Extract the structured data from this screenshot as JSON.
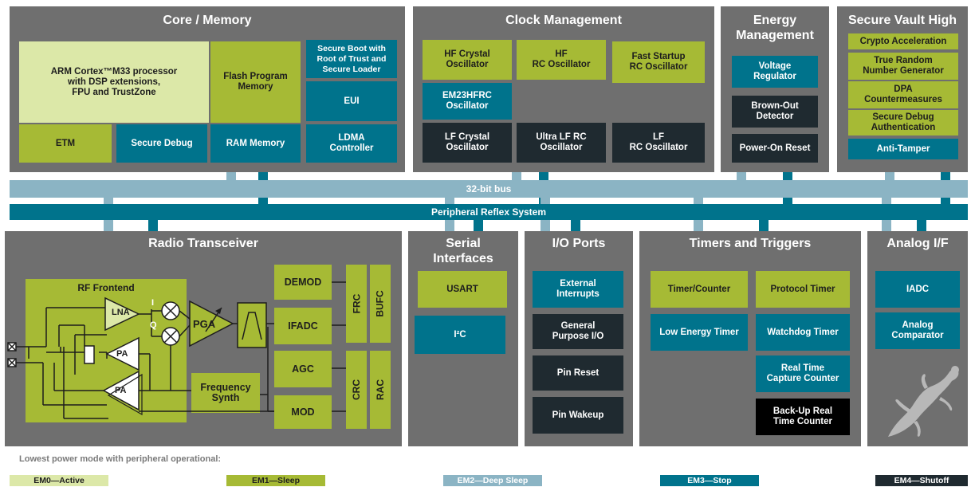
{
  "core": {
    "title": "Core / Memory",
    "arm": "ARM Cortex™M33 processor\nwith DSP extensions,\nFPU and TrustZone",
    "flash": "Flash Program\nMemory",
    "secure_boot": "Secure Boot with\nRoot of Trust and\nSecure Loader",
    "eui": "EUI",
    "etm": "ETM",
    "secure_debug": "Secure Debug",
    "ram": "RAM Memory",
    "ldma": "LDMA\nController"
  },
  "clock": {
    "title": "Clock Management",
    "hf_crystal": "HF Crystal\nOscillator",
    "hf_rc": "HF\nRC Oscillator",
    "fast_startup": "Fast Startup\nRC Oscillator",
    "em23": "EM23HFRC\nOscillator",
    "lf_crystal": "LF Crystal\nOscillator",
    "ultra_lf": "Ultra LF RC\nOscillator",
    "lf_rc": "LF\nRC Oscillator"
  },
  "energy": {
    "title": "Energy\nManagement",
    "voltage": "Voltage\nRegulator",
    "brownout": "Brown-Out\nDetector",
    "por": "Power-On Reset"
  },
  "vault": {
    "title": "Secure Vault High",
    "crypto": "Crypto Acceleration",
    "trng": "True Random\nNumber Generator",
    "dpa": "DPA\nCountermeasures",
    "sec_debug_auth": "Secure Debug\nAuthentication",
    "anti_tamper": "Anti-Tamper"
  },
  "bus": {
    "bus32": "32-bit bus",
    "prs": "Peripheral Reflex System"
  },
  "radio": {
    "title": "Radio Transceiver",
    "rf_frontend": "RF Frontend",
    "lna": "LNA",
    "pa1": "PA",
    "pa2": "PA",
    "i": "I",
    "q": "Q",
    "pga": "PGA",
    "demod": "DEMOD",
    "ifadc": "IFADC",
    "agc": "AGC",
    "mod": "MOD",
    "freq_synth": "Frequency\nSynth",
    "frc": "FRC",
    "bufc": "BUFC",
    "crc": "CRC",
    "rac": "RAC"
  },
  "serial": {
    "title": "Serial\nInterfaces",
    "usart": "USART",
    "i2c": "I²C"
  },
  "io": {
    "title": "I/O Ports",
    "ext_int": "External\nInterrupts",
    "gpio": "General\nPurpose I/O",
    "pin_reset": "Pin Reset",
    "pin_wakeup": "Pin Wakeup"
  },
  "timers": {
    "title": "Timers and Triggers",
    "timer_counter": "Timer/Counter",
    "protocol_timer": "Protocol Timer",
    "le_timer": "Low Energy Timer",
    "watchdog": "Watchdog Timer",
    "rtcc": "Real Time\nCapture Counter",
    "backup_rtc": "Back-Up Real\nTime Counter"
  },
  "analog": {
    "title": "Analog I/F",
    "iadc": "IADC",
    "comparator": "Analog\nComparator"
  },
  "legend": {
    "caption": "Lowest power mode with peripheral operational:",
    "items": [
      {
        "label": "EM0—Active",
        "color": "#dce8a8",
        "text_color": "#1d1d1d"
      },
      {
        "label": "EM1—Sleep",
        "color": "#a6ba35",
        "text_color": "#1d1d1d"
      },
      {
        "label": "EM2—Deep Sleep",
        "color": "#8bb4c4",
        "text_color": "#ffffff"
      },
      {
        "label": "EM3—Stop",
        "color": "#00738c",
        "text_color": "#ffffff"
      },
      {
        "label": "EM4—Shutoff",
        "color": "#1f2a30",
        "text_color": "#ffffff"
      }
    ]
  },
  "colors": {
    "panel": "#6f6f6f",
    "em0": "#dce8a8",
    "em1": "#a6ba35",
    "em2": "#8bb4c4",
    "em3": "#00738c",
    "em4": "#1f2a30"
  }
}
